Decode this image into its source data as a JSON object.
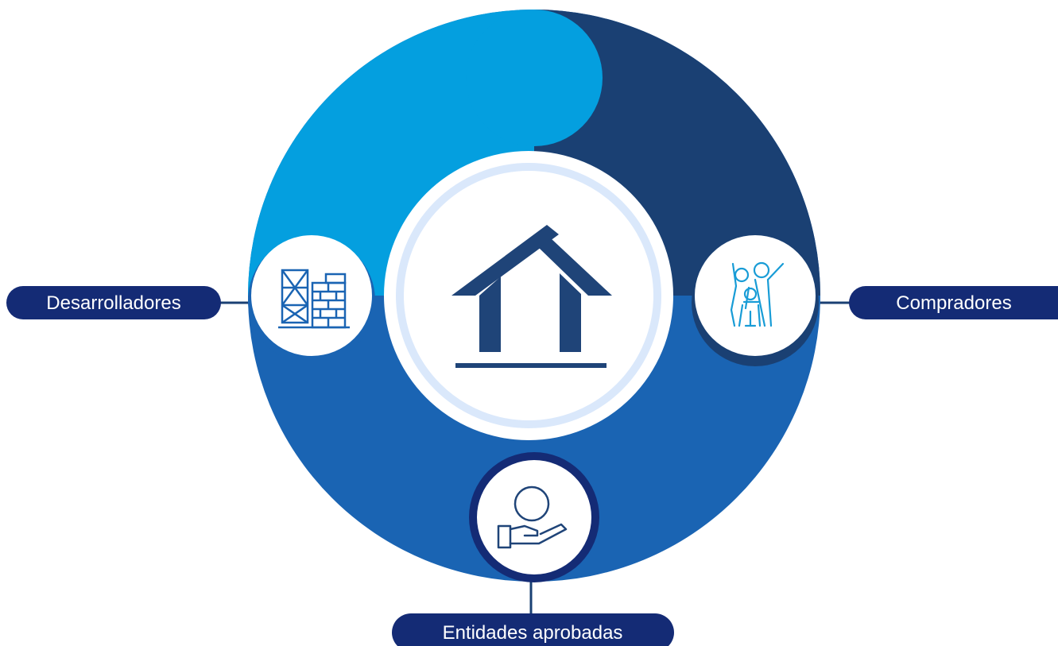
{
  "diagram": {
    "center": {
      "icon": "house-icon"
    },
    "nodes": [
      {
        "id": "desarrolladores",
        "label": "Desarrolladores",
        "icon": "construction-scaffold-icon"
      },
      {
        "id": "compradores",
        "label": "Compradores",
        "icon": "family-icon"
      },
      {
        "id": "entidades",
        "label": "Entidades aprobadas",
        "icon": "hand-coin-icon"
      }
    ]
  },
  "colors": {
    "light_blue": "#049fdf",
    "dark_navy": "#1a4073",
    "mid_blue": "#1a64b3",
    "pill_navy": "#142b75",
    "ring_light": "#dae8fb",
    "icon_navy": "#1f4478",
    "icon_cyan": "#189cd6"
  }
}
